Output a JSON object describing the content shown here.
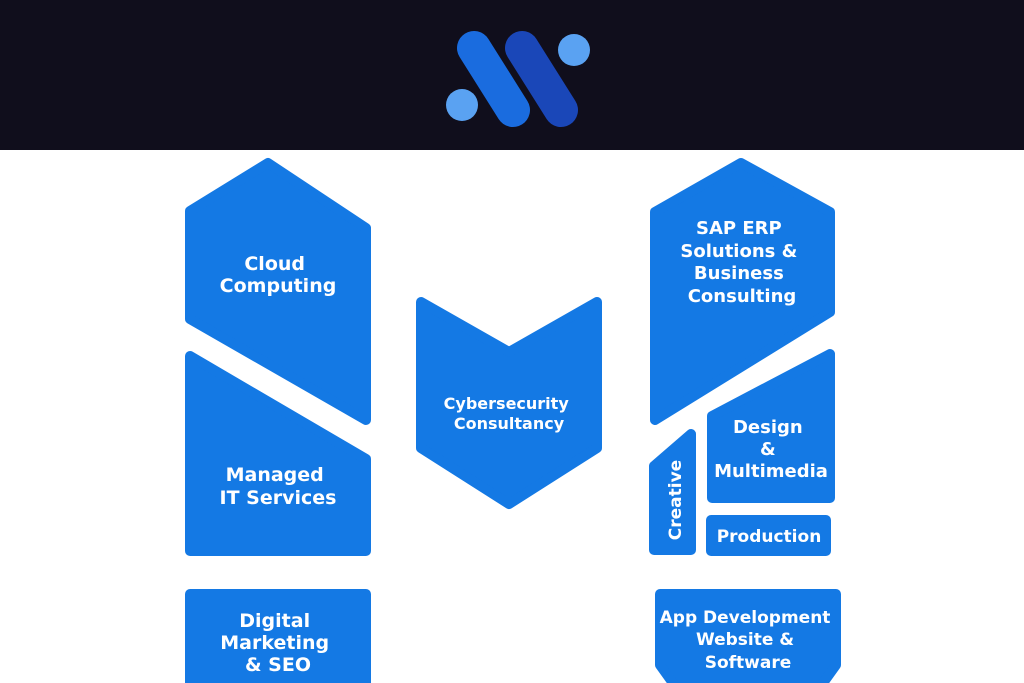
{
  "header": {
    "logo": "monogram-logo"
  },
  "colors": {
    "header_bg": "#100e1c",
    "tile_blue": "#1479e4",
    "logo_dark_blue": "#1a47b8",
    "logo_mid_blue": "#1a6cdf",
    "logo_light_blue": "#5aa2f2"
  },
  "tiles": {
    "cloud_computing": [
      "Cloud",
      "Computing"
    ],
    "managed_it": [
      "Managed",
      "IT Services"
    ],
    "digital_marketing": [
      "Digital",
      "Marketing",
      "& SEO"
    ],
    "cybersecurity": [
      "Cybersecurity",
      "Consultancy"
    ],
    "sap_erp": [
      "SAP ERP",
      "Solutions &",
      "Business",
      "Consulting"
    ],
    "creative": [
      "Creative"
    ],
    "design": [
      "Design",
      "&",
      "Multimedia"
    ],
    "production": [
      "Production"
    ],
    "app_dev": [
      "App Development",
      "Website &",
      "Software"
    ]
  }
}
